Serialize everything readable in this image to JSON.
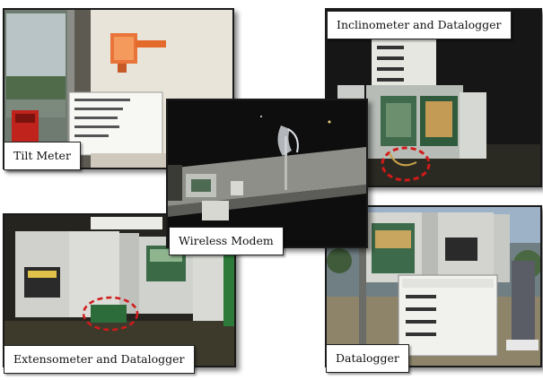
{
  "captions": {
    "tilt": "Tilt Meter",
    "inclinometer": "Inclinometer and Datalogger",
    "extensometer": "Extensometer and Datalogger",
    "wireless": "Wireless Modem",
    "datalogger": "Datalogger"
  }
}
